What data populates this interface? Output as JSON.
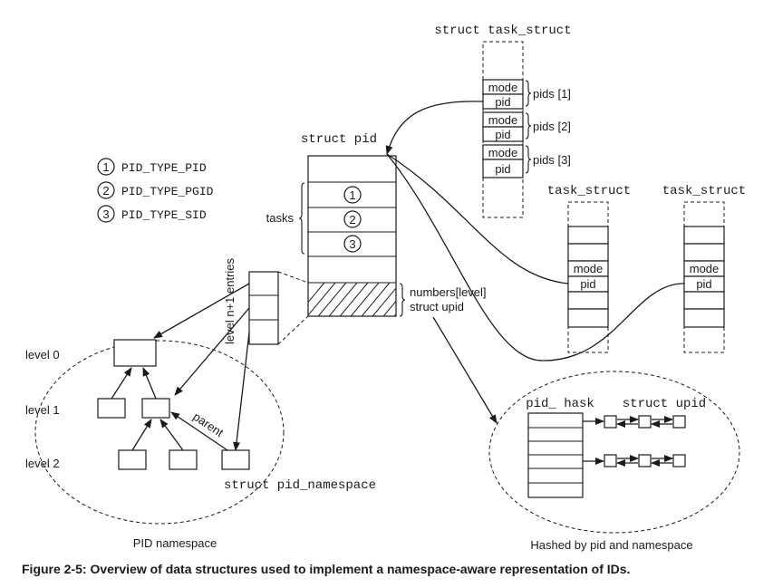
{
  "task_struct_main": {
    "title": "struct task_struct",
    "fields": [
      {
        "mode": "mode",
        "pid": "pid",
        "label": "pids [1]"
      },
      {
        "mode": "mode",
        "pid": "pid",
        "label": "pids [2]"
      },
      {
        "mode": "mode",
        "pid": "pid",
        "label": "pids [3]"
      }
    ]
  },
  "struct_pid": {
    "title": "struct pid",
    "tasks_label": "tasks",
    "task_slots": [
      "1",
      "2",
      "3"
    ],
    "numbers_label": "numbers[level]",
    "upid_label": "struct upid"
  },
  "legend": [
    {
      "num": "1",
      "label": "PID_TYPE_PID"
    },
    {
      "num": "2",
      "label": "PID_TYPE_PGID"
    },
    {
      "num": "3",
      "label": "PID_TYPE_SID"
    }
  ],
  "task_struct_a": {
    "title": "task_struct",
    "mode": "mode",
    "pid": "pid"
  },
  "task_struct_b": {
    "title": "task_struct",
    "mode": "mode",
    "pid": "pid"
  },
  "level_entries_label": "level n+1 entries",
  "levels": [
    "level 0",
    "level 1",
    "level 2"
  ],
  "parent_label": "parent",
  "pid_namespace_label": "struct pid_namespace",
  "pid_namespace_caption": "PID namespace",
  "hash": {
    "pid_hash_label": "pid_ hask",
    "upid_label": "struct upid",
    "caption": "Hashed by pid and namespace"
  },
  "figure_caption": "Figure 2-5: Overview of data structures used to implement a namespace-aware representation of IDs."
}
